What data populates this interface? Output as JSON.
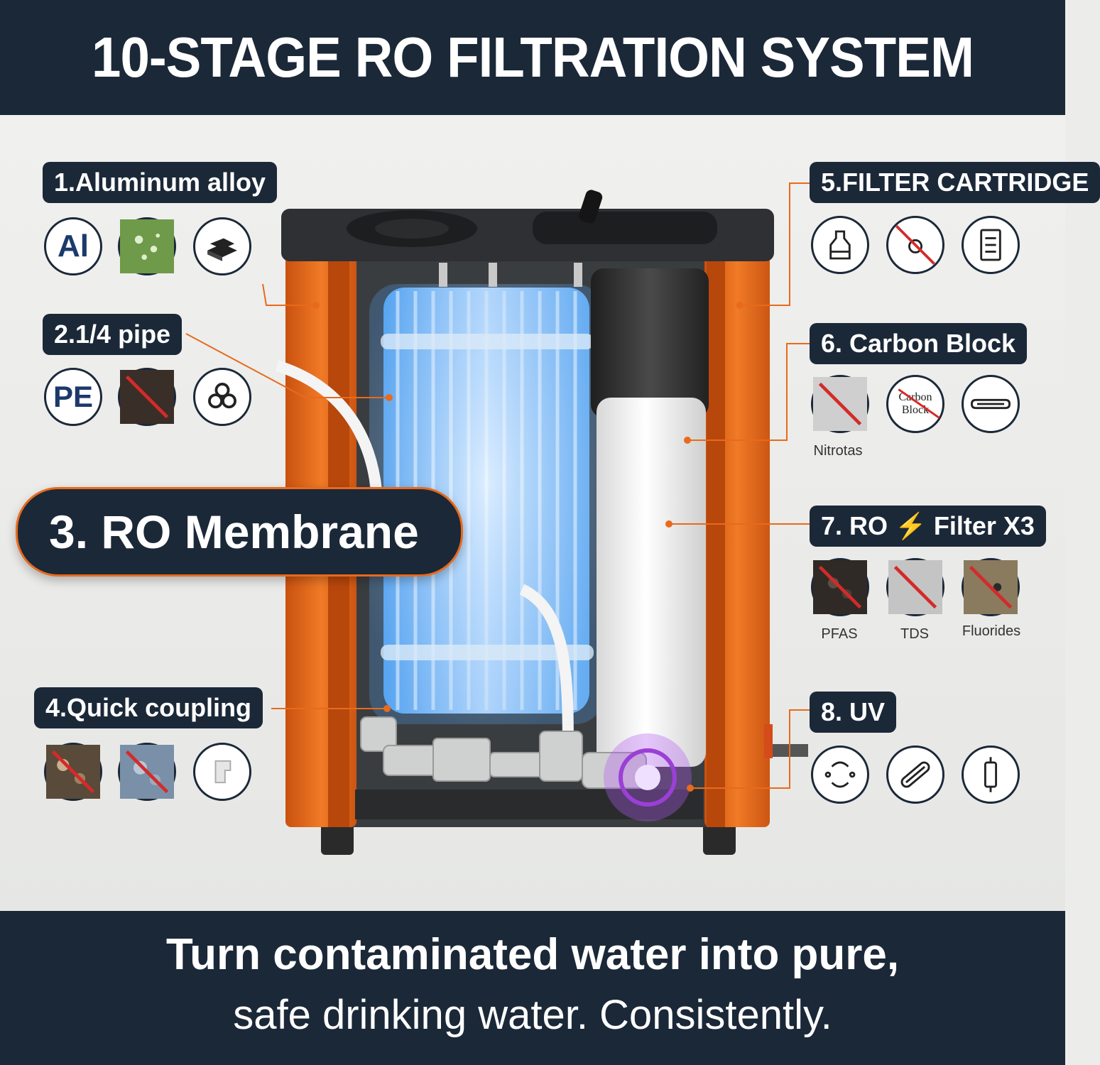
{
  "header": {
    "title": "10-STAGE RO FILTRATION SYSTEM"
  },
  "labels": {
    "stage1": "1.Aluminum alloy",
    "stage2": "2.1/4 pipe",
    "stage3": "3. RO Membrane",
    "stage4": "4.Quick coupling",
    "stage5": "5.FILTER CARTRIDGE",
    "stage6": "6. Carbon Block",
    "stage7": "7. RO ⚡ Filter X3",
    "stage8": "8. UV"
  },
  "icon_text": {
    "al": "Al",
    "pe": "PE",
    "carbon_block_line1": "Carbon",
    "carbon_block_line2": "Block"
  },
  "captions": {
    "nitrates": "Nitrotas",
    "pfas": "PFAS",
    "tds": "TDS",
    "fluorides": "Fluorides"
  },
  "footer": {
    "line1": "Turn contaminated water into pure,",
    "line2": "safe drinking water. Consistently."
  },
  "colors": {
    "navy": "#1b2838",
    "orange": "#e86a1c",
    "membrane_blue": "#7fb8f0",
    "uv_purple": "#9b3fd6"
  }
}
